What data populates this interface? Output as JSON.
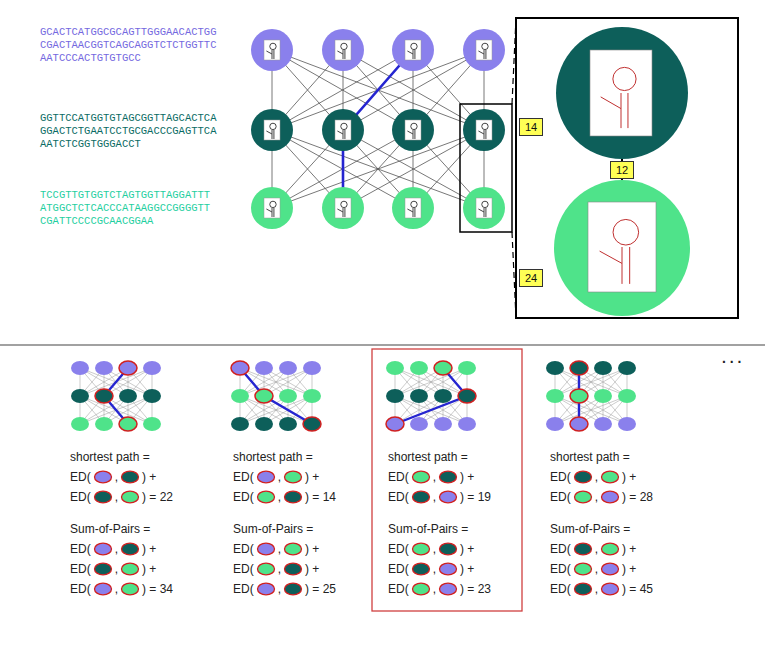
{
  "diagram": {
    "nodes": [
      {
        "text": [
          "14"
        ]
      },
      {
        "text": [
          "12"
        ]
      },
      {
        "text": [
          "24"
        ]
      }
    ],
    "labels": [
      "GCACTCATGGCGCAGTTGGGAACACTGG CGACTAACGGTCAGCAGGTCTCTGGTTC AATCCCACTGTGTGCC",
      "GGTTCCATGGTGTAGCGGTTAGCACTCA GGACTCTGAATCCTGCGACCCGAGTTCA AATCTCGGTGGGACCT",
      "TCCGTTGTGGTCTAGTGGTTAGGATTT ATGGCTCTCACCCATAAGGCCGGGGTT CGATTCCCCGCAACGGAA",
      "shortest path =",
      "ED(",
      ",",
      ") +",
      "ED(",
      ",",
      ") = 22",
      "Sum-of-Pairs =",
      "ED(",
      ",",
      ") +",
      "ED(",
      ",",
      ") +",
      "ED(",
      ",",
      ") = 34",
      "shortest path =",
      "ED(",
      ",",
      ") +",
      "ED(",
      ",",
      ") = 14",
      "Sum-of-Pairs =",
      "ED(",
      ",",
      ") +",
      "ED(",
      ",",
      ") +",
      "ED(",
      ",",
      ") = 25",
      "shortest path =",
      "ED(",
      ",",
      ") +",
      "ED(",
      ",",
      ") = 19",
      "Sum-of-Pairs =",
      "ED(",
      ",",
      ") +",
      "ED(",
      ",",
      ") +",
      "ED(",
      ",",
      ") = 23",
      "shortest path =",
      "ED(",
      ",",
      ") +",
      "ED(",
      ",",
      ") = 28",
      "Sum-of-Pairs =",
      "ED(",
      ",",
      ") +",
      "ED(",
      ",",
      ") +",
      "ED(",
      ",",
      ") = 45",
      ". . ."
    ]
  }
}
